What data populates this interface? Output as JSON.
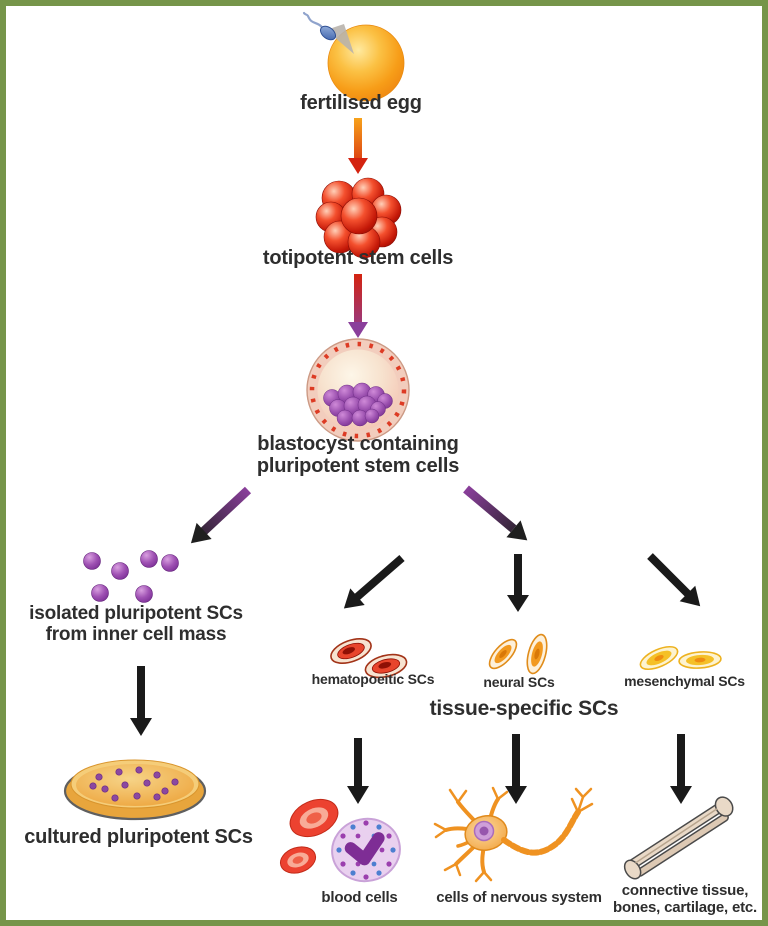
{
  "diagram": {
    "type": "flowchart",
    "topic": "stem cell differentiation pathway",
    "nodes": {
      "fertilised_egg": {
        "label": "fertilised egg",
        "icon": "egg-with-sperm"
      },
      "totipotent_stem_cells": {
        "label": "totipotent stem cells",
        "icon": "red-morula-cluster"
      },
      "blastocyst": {
        "line1": "blastocyst containing",
        "line2": "pluripotent stem cells",
        "icon": "blastocyst-with-inner-cell-mass"
      },
      "isolated_pluripotent": {
        "line1": "isolated pluripotent SCs",
        "line2": "from inner cell mass",
        "icon": "purple-cell-scatter"
      },
      "cultured_pluripotent": {
        "label": "cultured pluripotent SCs",
        "icon": "petri-dish-with-cells"
      },
      "hematopoietic_scs": {
        "label": "hematopoeitic SCs",
        "icon": "red-oval-cells"
      },
      "neural_scs": {
        "label": "neural SCs",
        "icon": "orange-oval-cells"
      },
      "mesenchymal_scs": {
        "label": "mesenchymal SCs",
        "icon": "gold-oval-cells"
      },
      "tissue_specific_scs": {
        "label": "tissue-specific SCs"
      },
      "blood_cells": {
        "label": "blood cells",
        "icon": "red-and-white-blood-cells"
      },
      "nervous_system_cells": {
        "label": "cells of nervous system",
        "icon": "neuron"
      },
      "connective_tissue": {
        "line1": "connective tissue,",
        "line2": "bones, cartilage, etc.",
        "icon": "long-bones"
      }
    },
    "colors": {
      "frame_border": "#76954a",
      "label_text": "#2e2e2e",
      "arrow_black": "#1a1a1a",
      "arrow_orange": "#f7a21b",
      "arrow_red": "#d42310",
      "arrow_purple": "#8a3f9b",
      "egg_orange": "#f79d18",
      "totipotent_red": "#c41808",
      "pluripotent_purple": "#8b3f98",
      "hematopoietic_red": "#d02818",
      "neural_orange": "#f2991f",
      "mesenchymal_gold": "#f5c027",
      "blood_lavender": "#e9d0ef",
      "petri_tan": "#f0b95a",
      "bone_beige": "#e9d9c7"
    }
  }
}
